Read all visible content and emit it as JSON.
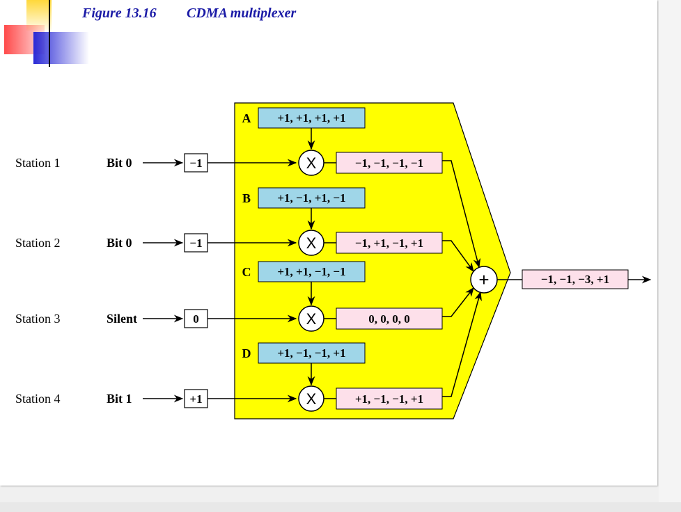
{
  "title": {
    "figure_number": "Figure 13.16",
    "caption": "CDMA multiplexer"
  },
  "colors": {
    "title_text": "#1a1aa6",
    "mux_fill": "#ffff00",
    "code_box_fill": "#9fd6e8",
    "product_box_fill": "#fde0ea",
    "accent_red": "#ff2a2a",
    "accent_blue": "#2a2ad6",
    "accent_yellow": "#ffd83a"
  },
  "stations": [
    {
      "name": "Station 1",
      "input": "Bit 0",
      "value": "−1",
      "code_label": "A",
      "code": "+1, +1, +1, +1",
      "product": "−1, −1, −1, −1"
    },
    {
      "name": "Station 2",
      "input": "Bit 0",
      "value": "−1",
      "code_label": "B",
      "code": "+1, −1, +1, −1",
      "product": "−1, +1, −1, +1"
    },
    {
      "name": "Station 3",
      "input": "Silent",
      "value": "0",
      "code_label": "C",
      "code": "+1, +1, −1, −1",
      "product": "0, 0, 0, 0"
    },
    {
      "name": "Station 4",
      "input": "Bit 1",
      "value": "+1",
      "code_label": "D",
      "code": "+1, −1, −1, +1",
      "product": "+1, −1, −1, +1"
    }
  ],
  "multiply_symbol": "X",
  "adder_symbol": "+",
  "output": "−1, −1, −3, +1"
}
